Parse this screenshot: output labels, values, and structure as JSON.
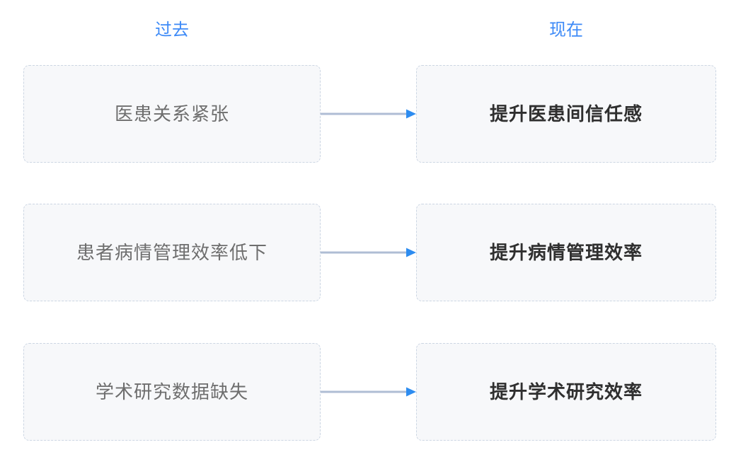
{
  "diagram": {
    "columns": [
      {
        "id": "past",
        "header": "过去"
      },
      {
        "id": "present",
        "header": "现在"
      }
    ],
    "rows": [
      {
        "past": "医患关系紧张",
        "present": "提升医患间信任感"
      },
      {
        "past": "患者病情管理效率低下",
        "present": "提升病情管理效率"
      },
      {
        "past": "学术研究数据缺失",
        "present": "提升学术研究效率"
      }
    ],
    "icons": {
      "connector": "arrow-right-icon"
    },
    "colors": {
      "header_blue": "#3d8af7",
      "arrow_line": "#afbdd4",
      "arrow_head": "#2d8cf0",
      "box_background": "#f7f8fa",
      "box_border": "#ccd6e3",
      "past_text": "#6e6e6e",
      "present_text": "#2f2f2f",
      "page_background": "#ffffff"
    }
  }
}
